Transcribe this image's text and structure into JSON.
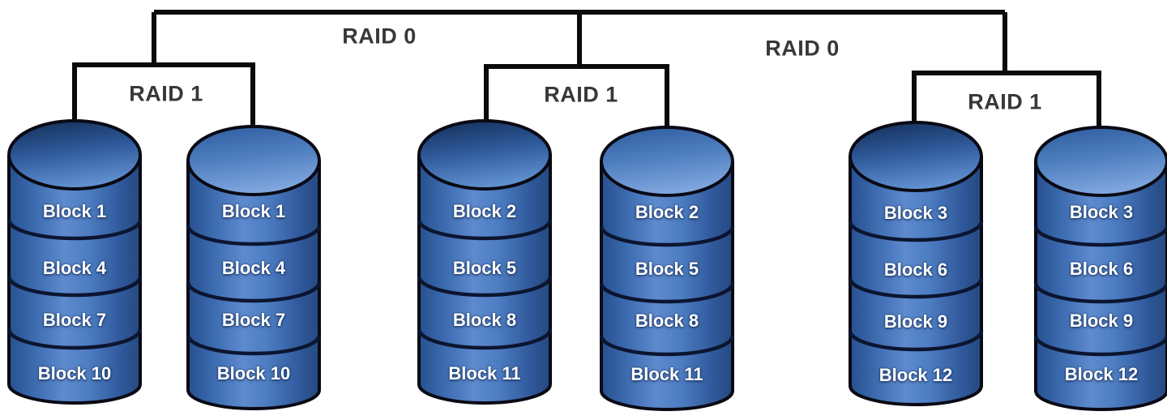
{
  "labels": {
    "raid0_left": "RAID 0",
    "raid0_right": "RAID 0",
    "raid1_left": "RAID 1",
    "raid1_middle": "RAID 1",
    "raid1_right": "RAID 1"
  },
  "disks": [
    {
      "id": "disk-1",
      "group": "raid1-left",
      "blocks": [
        "Block 1",
        "Block 4",
        "Block 7",
        "Block 10"
      ]
    },
    {
      "id": "disk-2",
      "group": "raid1-left",
      "blocks": [
        "Block 1",
        "Block 4",
        "Block 7",
        "Block 10"
      ]
    },
    {
      "id": "disk-3",
      "group": "raid1-middle",
      "blocks": [
        "Block 2",
        "Block 5",
        "Block 8",
        "Block 11"
      ]
    },
    {
      "id": "disk-4",
      "group": "raid1-middle",
      "blocks": [
        "Block 2",
        "Block 5",
        "Block 8",
        "Block 11"
      ]
    },
    {
      "id": "disk-5",
      "group": "raid1-right",
      "blocks": [
        "Block 3",
        "Block 6",
        "Block 9",
        "Block 12"
      ]
    },
    {
      "id": "disk-6",
      "group": "raid1-right",
      "blocks": [
        "Block 3",
        "Block 6",
        "Block 9",
        "Block 12"
      ]
    }
  ],
  "colors": {
    "disk_body_center": "#5e8ace",
    "disk_body_edge": "#27508f",
    "cap_dark_top": "#142f58",
    "cap_light_top": "#2f5d9f",
    "disk_outline": "#0a0a14",
    "connector_line": "#0a0a0a",
    "raid_label_text": "#383838",
    "block_label_text": "#ffffff"
  }
}
